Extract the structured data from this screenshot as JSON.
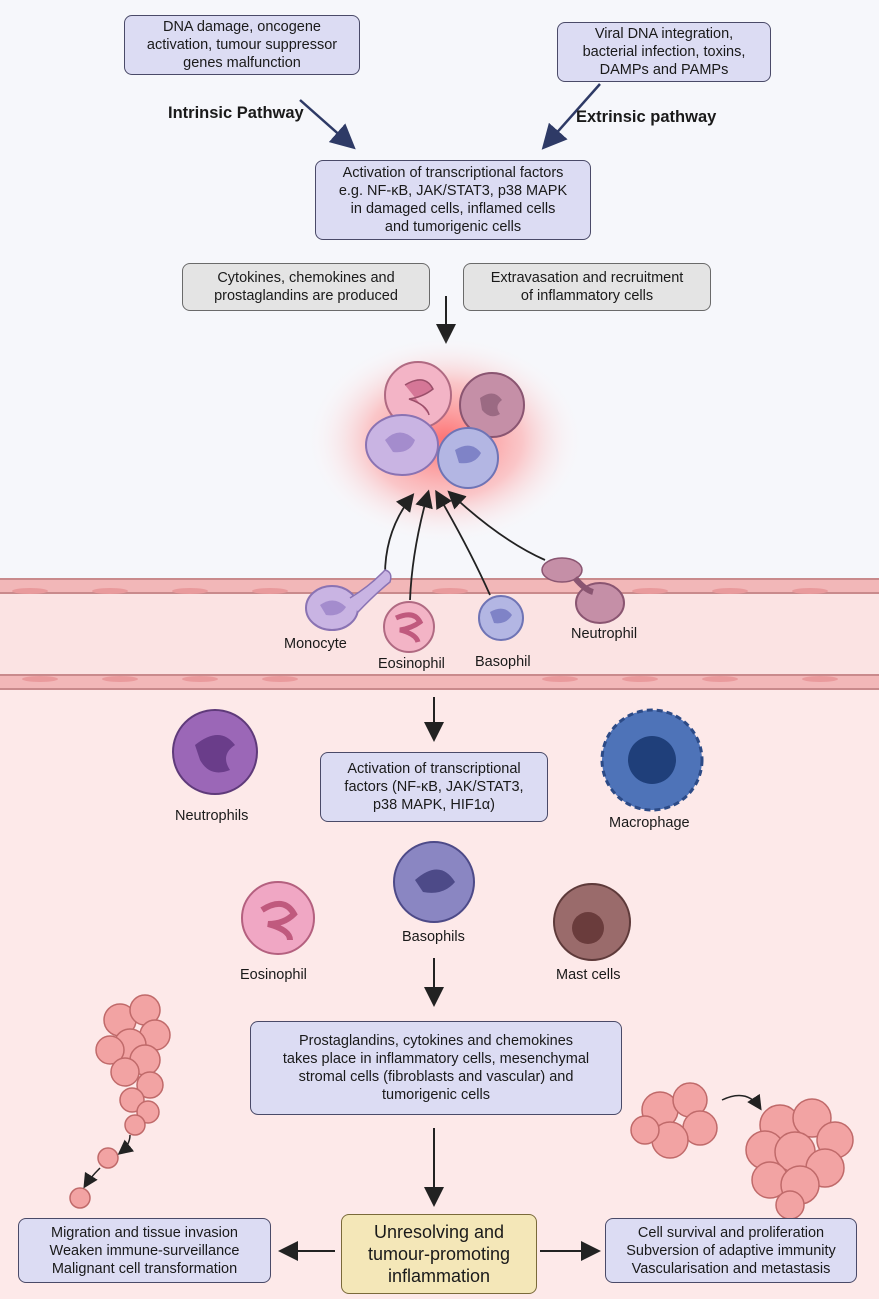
{
  "top": {
    "intrinsic_box": "DNA damage, oncogene\nactivation, tumour suppressor\ngenes malfunction",
    "extrinsic_box": "Viral DNA integration,\nbacterial infection, toxins,\nDAMPs and PAMPs",
    "intrinsic_label": "Intrinsic Pathway",
    "extrinsic_label": "Extrinsic pathway",
    "activation_box": "Activation of transcriptional factors\ne.g. NF-κB, JAK/STAT3, p38 MAPK\nin damaged cells, inflamed cells\nand tumorigenic cells",
    "cytokines_box": "Cytokines, chemokines and\nprostaglandins are produced",
    "extravasation_box": "Extravasation and recruitment\nof inflammatory cells"
  },
  "vessel": {
    "labels": {
      "monocyte": "Monocyte",
      "eosinophil": "Eosinophil",
      "basophil": "Basophil",
      "neutrophil": "Neutrophil"
    }
  },
  "tissue": {
    "activation_box": "Activation of transcriptional\nfactors (NF-κB, JAK/STAT3,\np38 MAPK, HIF1α)",
    "labels": {
      "neutrophils": "Neutrophils",
      "macrophage": "Macrophage",
      "eosinophil": "Eosinophil",
      "basophils": "Basophils",
      "mast_cells": "Mast cells"
    },
    "production_box": "Prostaglandins, cytokines and chemokines\ntakes place in inflammatory cells, mesenchymal\nstromal cells (fibroblasts and vascular) and\ntumorigenic cells"
  },
  "outcome": {
    "center_box": "Unresolving and\ntumour-promoting\ninflammation",
    "left_box": "Migration and tissue invasion\nWeaken immune-surveillance\nMalignant cell transformation",
    "right_box": "Cell survival and proliferation\nSubversion of adaptive immunity\nVascularisation and metastasis"
  },
  "colors": {
    "box_purple": "#dcdcf3",
    "box_grey": "#e4e4e4",
    "box_yellow": "#f4e7b8",
    "vessel_wall": "#f2b7b8",
    "arrow_dark_blue": "#2e3a66"
  }
}
